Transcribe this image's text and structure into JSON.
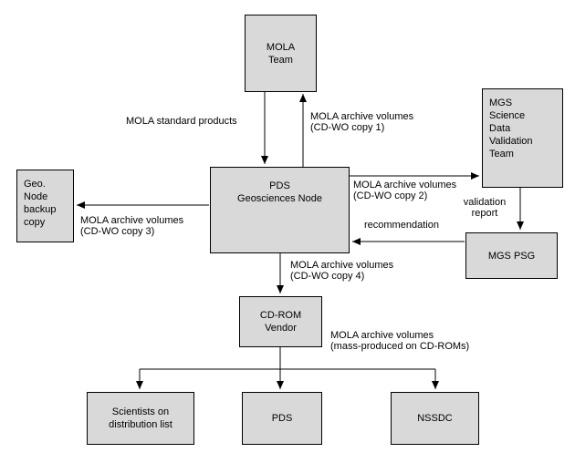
{
  "diagram": {
    "colors": {
      "node_fill": "#d9d9d9",
      "node_border": "#000000",
      "background": "#ffffff",
      "arrow": "#000000",
      "text": "#000000"
    },
    "nodes": {
      "mola_team": "MOLA\nTeam",
      "mgs_sdvt": "MGS\nScience\nData\nValidation\nTeam",
      "geo_node_backup": "Geo.\nNode\nbackup\ncopy",
      "pds_geosciences": "PDS\nGeosciences Node",
      "mgs_psg": "MGS PSG",
      "cdrom_vendor": "CD-ROM\nVendor",
      "scientists": "Scientists on\ndistribution list",
      "pds": "PDS",
      "nssdc": "NSSDC"
    },
    "edges": [
      {
        "from": "MOLA Team",
        "to": "PDS Geosciences Node",
        "label": "MOLA standard products"
      },
      {
        "from": "PDS Geosciences Node",
        "to": "MOLA Team",
        "label": "MOLA archive volumes\n(CD-WO copy 1)"
      },
      {
        "from": "PDS Geosciences Node",
        "to": "MGS Science Data Validation Team",
        "label": "MOLA archive volumes\n(CD-WO copy 2)"
      },
      {
        "from": "MGS Science Data Validation Team",
        "to": "MGS PSG",
        "label": "validation\nreport"
      },
      {
        "from": "MGS PSG",
        "to": "PDS Geosciences Node",
        "label": "recommendation"
      },
      {
        "from": "PDS Geosciences Node",
        "to": "Geo. Node backup copy",
        "label": "MOLA archive volumes\n(CD-WO copy 3)"
      },
      {
        "from": "PDS Geosciences Node",
        "to": "CD-ROM Vendor",
        "label": "MOLA archive volumes\n(CD-WO copy 4)"
      },
      {
        "from": "CD-ROM Vendor",
        "to": "Scientists on distribution list / PDS / NSSDC",
        "label": "MOLA archive volumes\n(mass-produced on CD-ROMs)"
      }
    ]
  }
}
